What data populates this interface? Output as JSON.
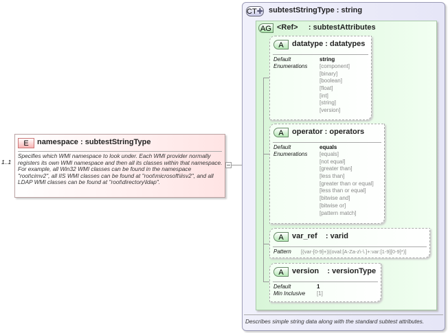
{
  "element": {
    "badge": "E",
    "title": "namespace : subtestStringType",
    "cardinality": "1..1",
    "description": "Specifies which WMI namespace to look under.  Each WMI provider normally registers its own WMI namespace and then all its classes within that namespace. For example, all Win32 WMI classes can be found in the namespace \"root\\cimv2\", all IIS WMI classes can be found at \"root\\microsoft\\iisv2\", and all LDAP WMI classes can be found at \"root\\directory\\ldap\"."
  },
  "complex_type": {
    "badge": "CT",
    "title": "subtestStringType : string",
    "description": "Describes simple string data along with the standard subtest attributes."
  },
  "attribute_group": {
    "badge": "AG",
    "title": "<Ref>     : subtestAttributes"
  },
  "attributes": [
    {
      "badge": "A",
      "title": "datatype : datatypes",
      "default_label": "Default",
      "default": "string",
      "enum_label": "Enumerations",
      "enums": [
        "[component]",
        "[binary]",
        "[boolean]",
        "[float]",
        "[int]",
        "[string]",
        "[version]"
      ]
    },
    {
      "badge": "A",
      "title": "operator : operators",
      "default_label": "Default",
      "default": "equals",
      "enum_label": "Enumerations",
      "enums": [
        "[equals]",
        "[not equal]",
        "[greater than]",
        "[less than]",
        "[greater than or equal]",
        "[less than or equal]",
        "[bitwise and]",
        "[bitwise or]",
        "[pattern match]"
      ]
    },
    {
      "badge": "A",
      "title": "var_ref    : varid",
      "pattern_label": "Pattern",
      "pattern": "[(var-[0-9]+)|(oval:[A-Za-z\\-\\.]+:var:[1-9][0-9]*)]"
    },
    {
      "badge": "A",
      "title": "version    : versionType",
      "default_label": "Default",
      "default": "1",
      "min_label": "Min Inclusive",
      "min": "[1]"
    }
  ]
}
